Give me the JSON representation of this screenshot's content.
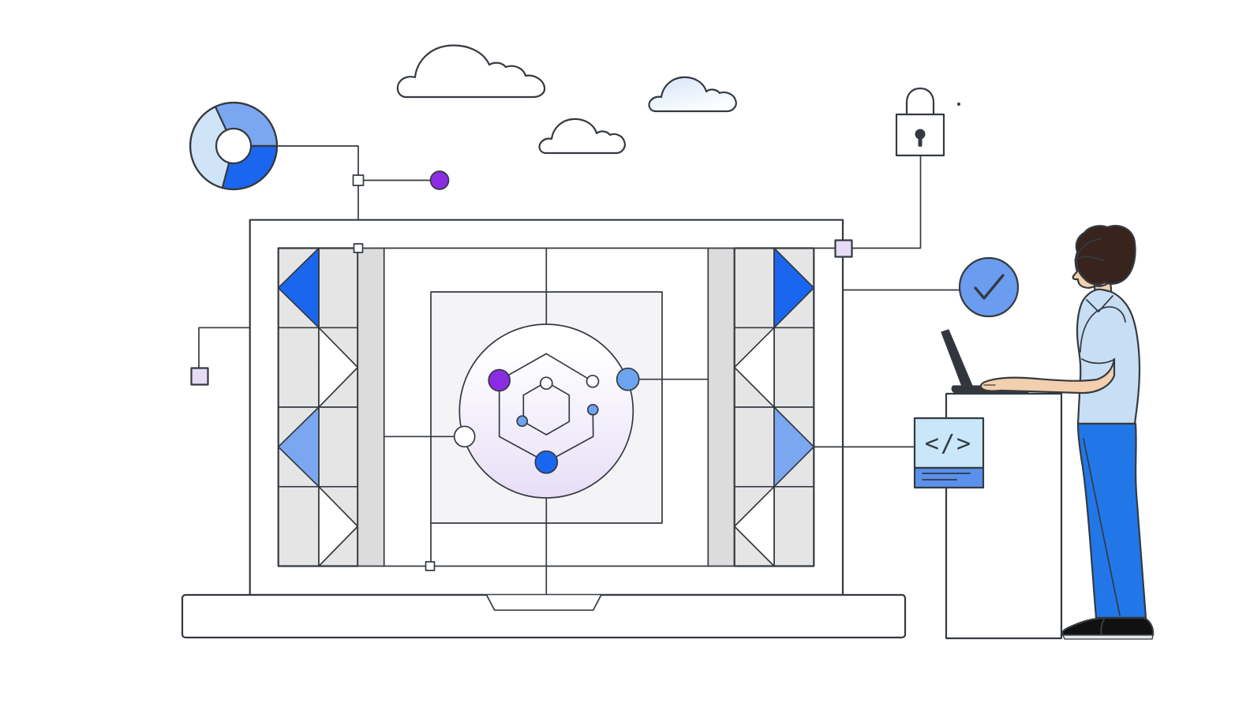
{
  "background": "#ffffff",
  "colors": {
    "background": "#ffffff",
    "ink": "#343a40",
    "white": "#ffffff",
    "blue": "#1b66ee",
    "cornflower": "#7ba7f1",
    "nodeBlue": "#6ea3ef",
    "checkBlue": "#6b9cf0",
    "lightBlue": "#cfe4f6",
    "codeHeader": "#c9e7f8",
    "codeFooter": "#5b90ec",
    "purple": "#8b2be2",
    "lavender": "#e6dcf6",
    "cellGray": "#e6e5e6",
    "stripGray": "#dddcdd",
    "panelGray": "#f4f3f5",
    "moleculeTop": "#ffffff",
    "moleculeBottom": "#e7def7",
    "cloudBlueTop": "#d5e4f8",
    "cloudBlueBottom": "#fdfeff",
    "skin": "#f3cfad",
    "hair": "#38231d",
    "shirt": "#c8def5",
    "pants": "#2277e8",
    "laptopDark": "#33353d",
    "shoe": "#111111",
    "sole": "#e9e9e9"
  },
  "icons": {
    "lock": "padlock-icon",
    "check": "checkmark-icon",
    "code": "code-brackets-icon"
  },
  "code_card": {
    "glyph": "</>",
    "text_lines": 2
  },
  "chart_data": {
    "type": "pie",
    "subtype": "donut",
    "title": "",
    "legend": "none",
    "start_angle_degrees": 0,
    "inner_radius_ratio": 0.4,
    "segments": [
      {
        "name": "cornflower-segment",
        "sweep_degrees": 115,
        "color": "#7ba7f1"
      },
      {
        "name": "light-blue-segment",
        "sweep_degrees": 140,
        "color": "#cfe4f6"
      },
      {
        "name": "blue-segment",
        "sweep_degrees": 105,
        "color": "#1b66ee"
      }
    ]
  }
}
